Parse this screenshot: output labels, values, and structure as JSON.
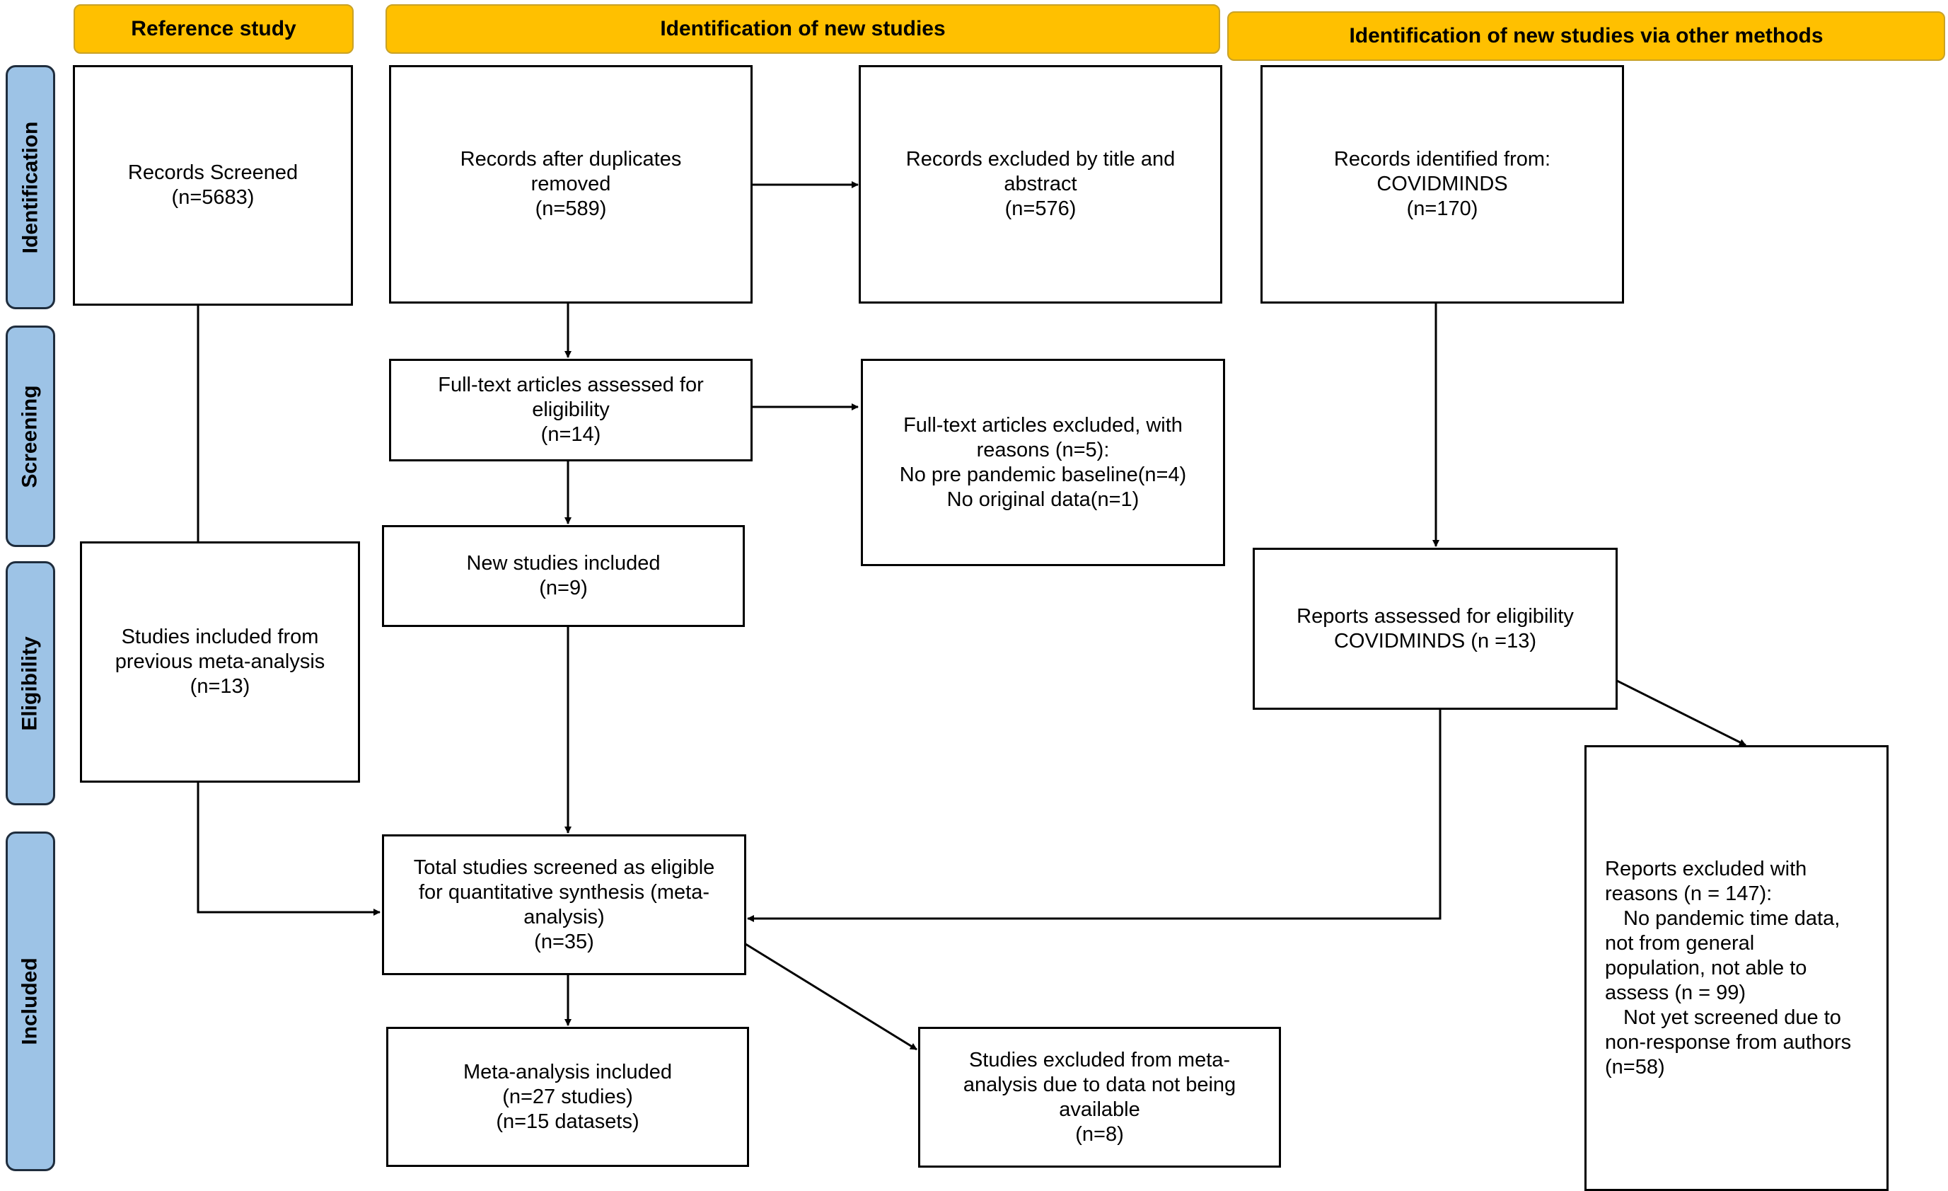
{
  "headers": {
    "reference": "Reference study",
    "new_studies": "Identification of new studies",
    "other_methods": "Identification of new studies via other methods"
  },
  "phases": {
    "identification": "Identification",
    "screening": "Screening",
    "eligibility": "Eligibility",
    "included": "Included"
  },
  "boxes": {
    "records_screened": [
      "Records Screened",
      "(n=5683)"
    ],
    "records_after_duplicates": [
      "Records after duplicates",
      "removed",
      "(n=589)"
    ],
    "records_excluded_title": [
      "Records excluded by title and",
      "abstract",
      "(n=576)"
    ],
    "records_identified_covidminds": [
      "Records identified from:",
      "COVIDMINDS",
      "(n=170)"
    ],
    "fulltext_assessed": [
      "Full-text articles assessed for",
      "eligibility",
      "(n=14)"
    ],
    "fulltext_excluded": [
      "Full-text articles excluded, with",
      "reasons (n=5):",
      "No pre pandemic baseline(n=4)",
      "No original data(n=1)"
    ],
    "new_studies_included": [
      "New studies included",
      "(n=9)"
    ],
    "previous_meta_analysis": [
      "Studies included from",
      "previous meta-analysis",
      "(n=13)"
    ],
    "reports_assessed_covidminds": [
      "Reports assessed for eligibility",
      "COVIDMINDS (n =13)"
    ],
    "total_screened": [
      "Total studies screened as eligible",
      "for quantitative synthesis (meta-",
      "analysis)",
      "(n=35)"
    ],
    "meta_included": [
      "Meta-analysis included",
      "(n=27 studies)",
      "(n=15 datasets)"
    ],
    "studies_excluded_no_data": [
      "Studies excluded from meta-",
      "analysis due to data not being",
      "available",
      "(n=8)"
    ],
    "reports_excluded": [
      "Reports excluded with",
      "reasons (n = 147):",
      "No pandemic time data,",
      "not from general",
      "population, not able to",
      "assess (n = 99)",
      "Not yet screened due to",
      "non-response from authors",
      "(n=58)"
    ]
  }
}
